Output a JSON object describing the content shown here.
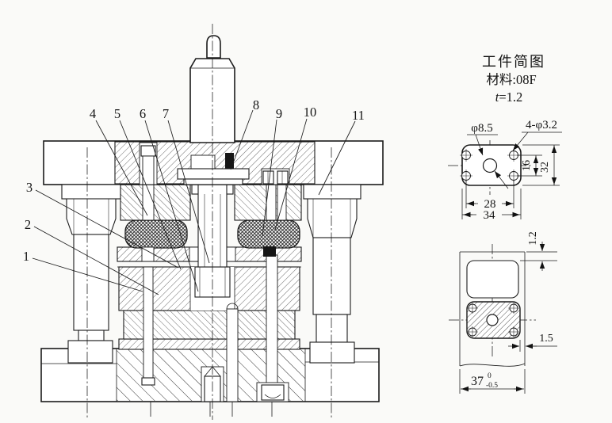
{
  "drawing": {
    "callouts": [
      "1",
      "2",
      "3",
      "4",
      "5",
      "6",
      "7",
      "8",
      "9",
      "10",
      "11"
    ]
  },
  "workpiece_panel": {
    "title": "工件简图",
    "material": "材料:08F",
    "thickness_symbol": "t",
    "thickness_value": "=1.2",
    "top_view": {
      "center_hole_dia": "φ8.5",
      "corner_holes": "4-φ3.2",
      "hole_pitch_vertical": "16",
      "part_height": "32",
      "hole_pitch_horizontal": "28",
      "part_width": "34"
    },
    "strip_view": {
      "top_margin": "1.2",
      "side_margin": "1.5",
      "strip_width": "37",
      "tolerance_upper": "0",
      "tolerance_lower": "-0.5"
    }
  },
  "colors": {
    "ink": "#1b1b1b",
    "paper": "#fafaf8"
  }
}
